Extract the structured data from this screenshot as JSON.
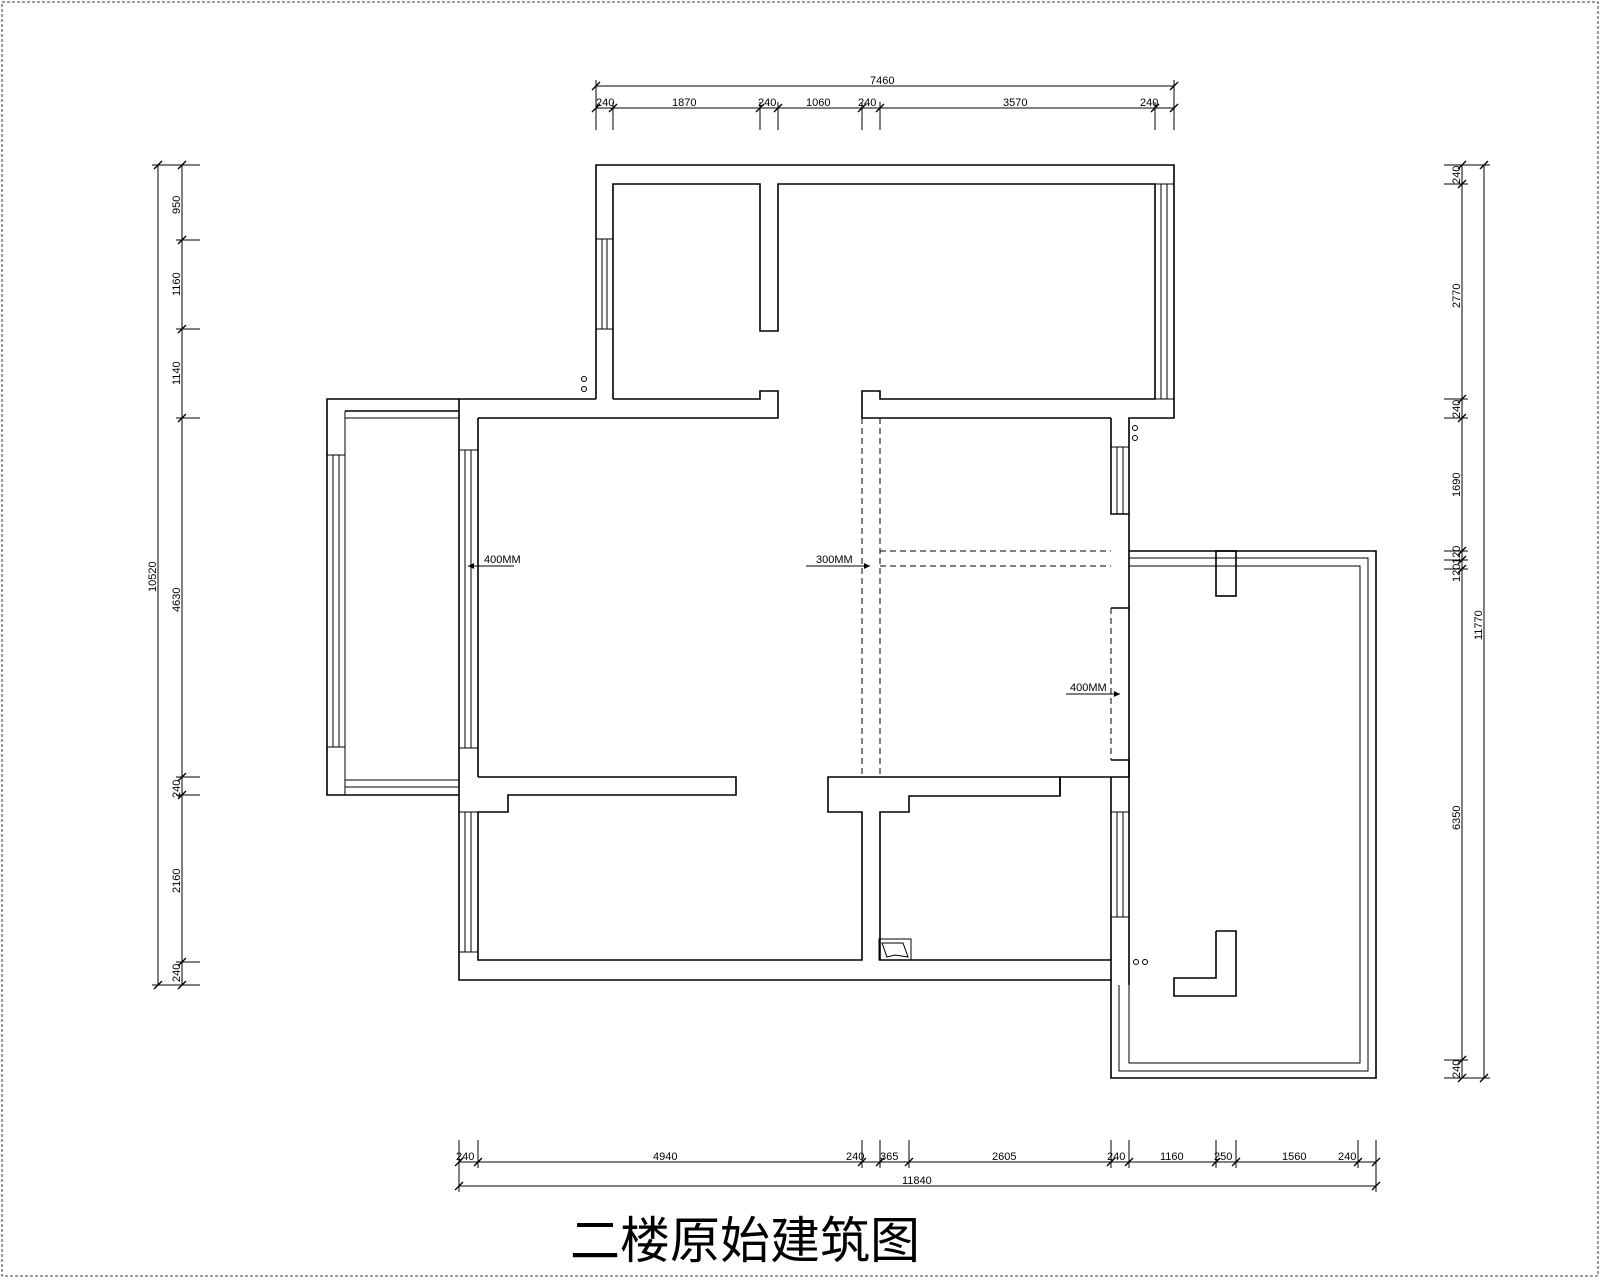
{
  "title": "二楼原始建筑图",
  "dimensions": {
    "top_total": "7460",
    "top_segments": [
      "240",
      "1870",
      "240",
      "1060",
      "240",
      "3570",
      "240"
    ],
    "bottom_total": "11840",
    "bottom_segments": [
      "240",
      "4940",
      "240",
      "365",
      "2605",
      "240",
      "1160",
      "250",
      "1560",
      "240"
    ],
    "left_total": "10520",
    "left_segments": [
      "950",
      "1160",
      "1140",
      "4630",
      "240",
      "2160",
      "240"
    ],
    "right_total": "11770",
    "right_segments": [
      "240",
      "2770",
      "240",
      "1690",
      "120",
      "120",
      "6350",
      "240"
    ]
  },
  "annotations": {
    "beam_left": "400MM",
    "beam_center": "300MM",
    "beam_right": "400MM"
  }
}
